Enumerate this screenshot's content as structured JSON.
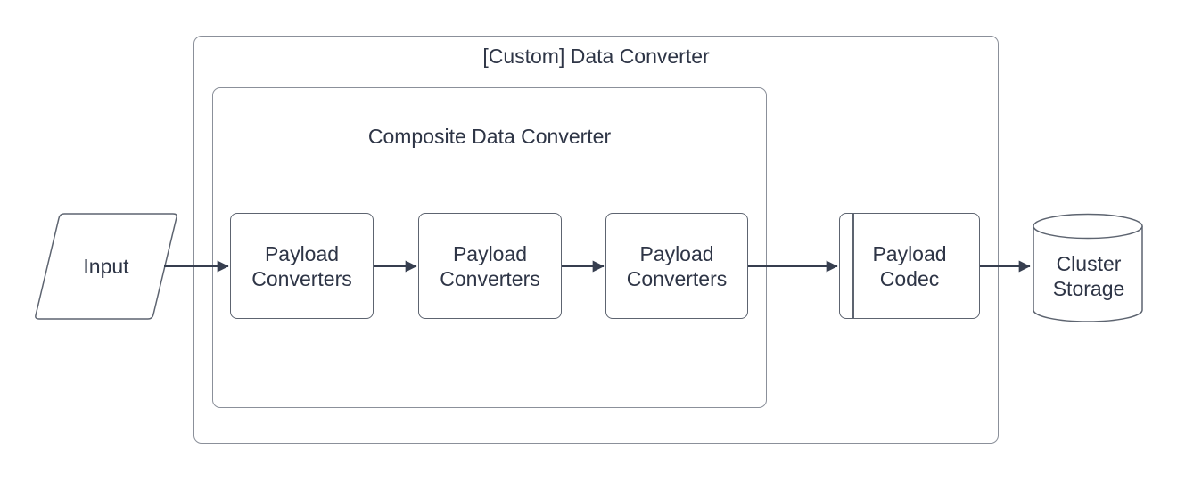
{
  "diagram": {
    "outer_container": {
      "title": "[Custom] Data Converter"
    },
    "inner_container": {
      "title": "Composite Data Converter"
    },
    "nodes": {
      "input": {
        "label": "Input",
        "shape": "parallelogram"
      },
      "converter1": {
        "label": "Payload Converters",
        "shape": "rounded-rectangle"
      },
      "converter2": {
        "label": "Payload Converters",
        "shape": "rounded-rectangle"
      },
      "converter3": {
        "label": "Payload Converters",
        "shape": "rounded-rectangle"
      },
      "codec": {
        "label": "Payload Codec",
        "shape": "predefined-process"
      },
      "storage": {
        "label": "Cluster Storage",
        "shape": "cylinder"
      }
    },
    "flow": [
      "Input -> Payload Converters",
      "Payload Converters -> Payload Converters",
      "Payload Converters -> Payload Converters",
      "Payload Converters -> Payload Codec",
      "Payload Codec -> Cluster Storage"
    ],
    "colors": {
      "background": "#ffffff",
      "text": "#2e3546",
      "shape_border": "#5d6470",
      "container_border": "#8b909a",
      "arrow": "#363e4f"
    }
  }
}
